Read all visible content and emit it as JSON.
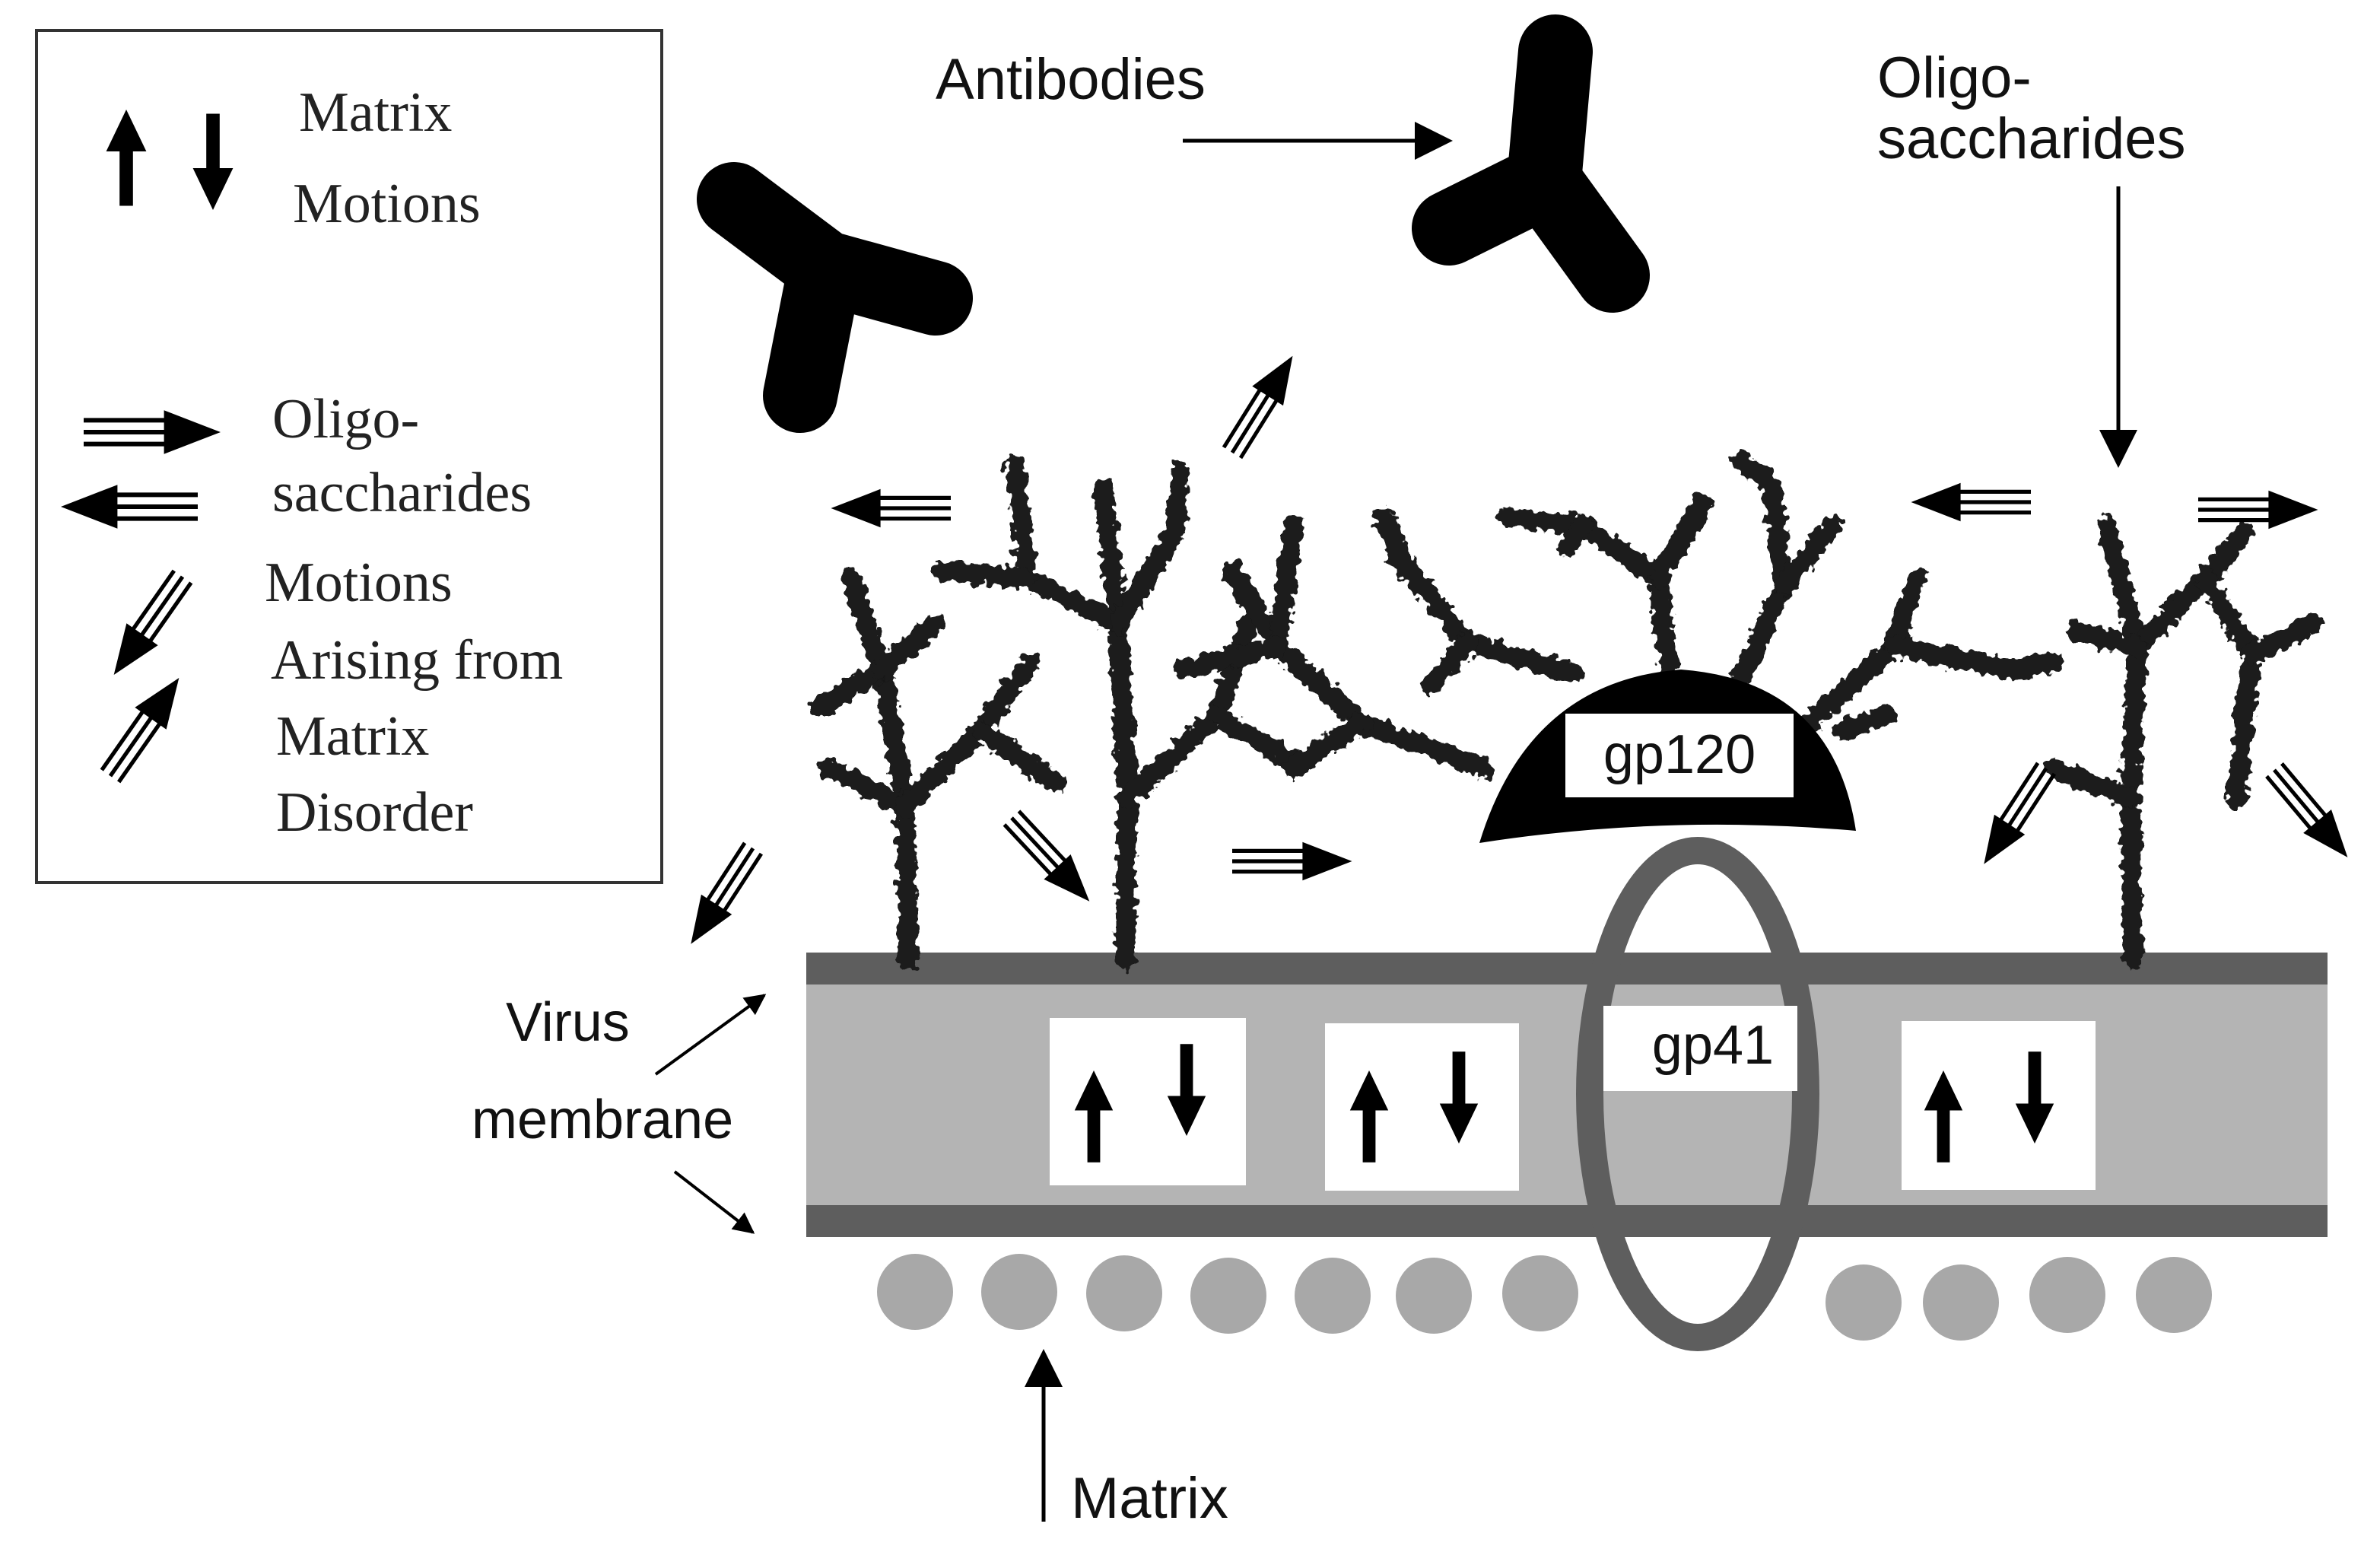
{
  "legend": {
    "matrix_line1": "Matrix",
    "matrix_line2": "Motions",
    "oligo_line1": "Oligo-",
    "oligo_line2": "saccharides",
    "oligo_line3": "Motions",
    "oligo_line4": "Arising from",
    "oligo_line5": "Matrix",
    "oligo_line6": "Disorder"
  },
  "labels": {
    "antibodies": "Antibodies",
    "oligo_line1": "Oligo-",
    "oligo_line2": "saccharides",
    "virus_line1": "Virus",
    "virus_line2": "membrane",
    "gp120": "gp120",
    "gp41": "gp41",
    "matrix": "Matrix"
  },
  "colors": {
    "membrane_fill": "#b4b4b4",
    "membrane_edge": "#5e5e5e",
    "matrix_dot": "#a8a8a8",
    "ink": "#000000"
  },
  "icons": [
    "antibody-icon",
    "oligosaccharide-icon",
    "arrow-up-icon",
    "arrow-down-icon",
    "triple-arrow-icon"
  ]
}
